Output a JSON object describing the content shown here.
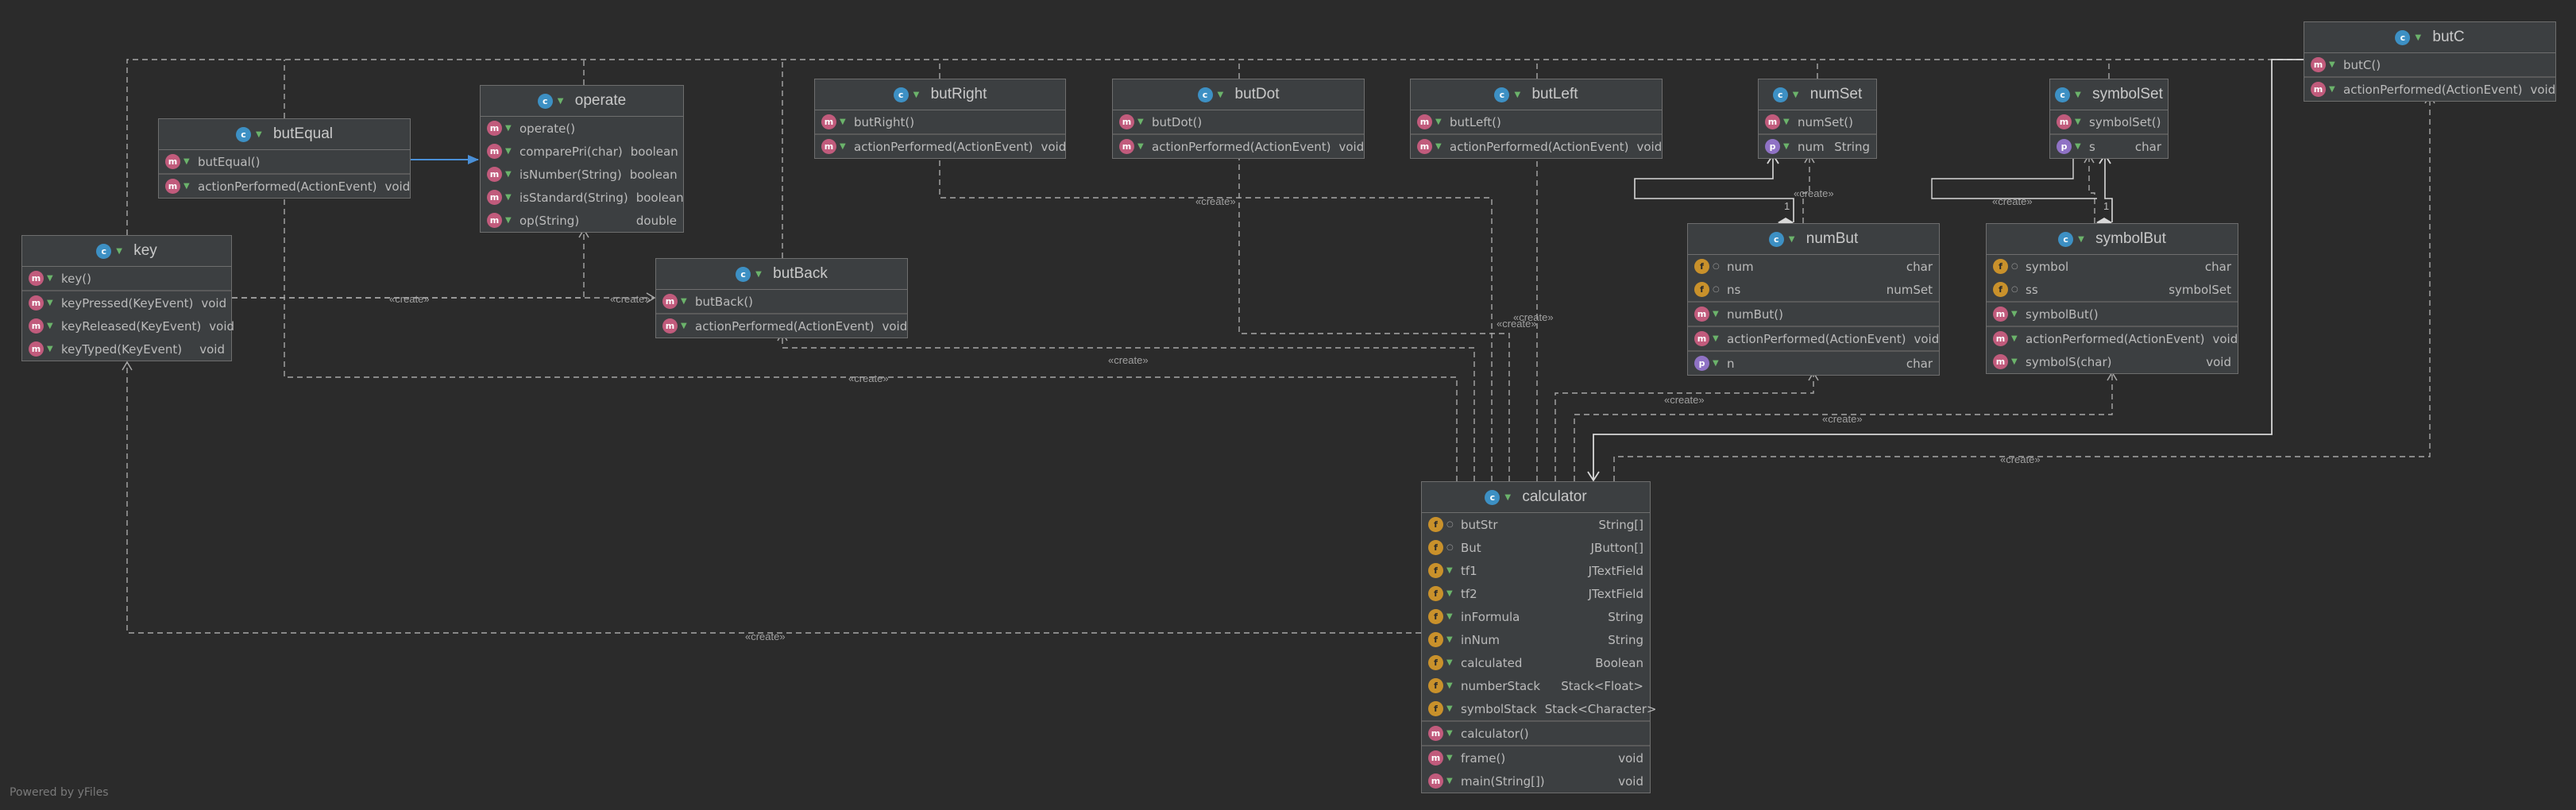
{
  "classes": {
    "butEqual": {
      "name": "butEqual",
      "icon": "class-icon",
      "members": [
        [
          {
            "kind": "m",
            "vis": "pub",
            "name": "butEqual()",
            "type": ""
          }
        ],
        [
          {
            "kind": "m",
            "vis": "pub",
            "name": "actionPerformed(ActionEvent)",
            "type": "void"
          }
        ]
      ]
    },
    "operate": {
      "name": "operate",
      "icon": "class-icon",
      "members": [
        [
          {
            "kind": "m",
            "vis": "pub",
            "name": "operate()",
            "type": ""
          },
          {
            "kind": "m",
            "vis": "pub",
            "name": "comparePri(char)",
            "type": "boolean"
          },
          {
            "kind": "m",
            "vis": "pub",
            "name": "isNumber(String)",
            "type": "boolean"
          },
          {
            "kind": "m",
            "vis": "pub",
            "name": "isStandard(String)",
            "type": "boolean"
          },
          {
            "kind": "m",
            "vis": "pub",
            "name": "op(String)",
            "type": "double"
          }
        ]
      ]
    },
    "butRight": {
      "name": "butRight",
      "icon": "class-icon",
      "members": [
        [
          {
            "kind": "m",
            "vis": "pub",
            "name": "butRight()",
            "type": ""
          }
        ],
        [
          {
            "kind": "m",
            "vis": "pub",
            "name": "actionPerformed(ActionEvent)",
            "type": "void"
          }
        ]
      ]
    },
    "butDot": {
      "name": "butDot",
      "icon": "class-icon",
      "members": [
        [
          {
            "kind": "m",
            "vis": "pub",
            "name": "butDot()",
            "type": ""
          }
        ],
        [
          {
            "kind": "m",
            "vis": "pub",
            "name": "actionPerformed(ActionEvent)",
            "type": "void"
          }
        ]
      ]
    },
    "butLeft": {
      "name": "butLeft",
      "icon": "class-icon",
      "members": [
        [
          {
            "kind": "m",
            "vis": "pub",
            "name": "butLeft()",
            "type": ""
          }
        ],
        [
          {
            "kind": "m",
            "vis": "pub",
            "name": "actionPerformed(ActionEvent)",
            "type": "void"
          }
        ]
      ]
    },
    "numSet": {
      "name": "numSet",
      "icon": "class-icon",
      "members": [
        [
          {
            "kind": "m",
            "vis": "pub",
            "name": "numSet()",
            "type": ""
          }
        ],
        [
          {
            "kind": "p",
            "vis": "pub",
            "name": "num",
            "type": "String"
          }
        ]
      ]
    },
    "symbolSet": {
      "name": "symbolSet",
      "icon": "class-icon",
      "members": [
        [
          {
            "kind": "m",
            "vis": "pub",
            "name": "symbolSet()",
            "type": ""
          }
        ],
        [
          {
            "kind": "p",
            "vis": "pub",
            "name": "s",
            "type": "char"
          }
        ]
      ]
    },
    "butC": {
      "name": "butC",
      "icon": "class-icon",
      "members": [
        [
          {
            "kind": "m",
            "vis": "pub",
            "name": "butC()",
            "type": ""
          }
        ],
        [
          {
            "kind": "m",
            "vis": "pub",
            "name": "actionPerformed(ActionEvent)",
            "type": "void"
          }
        ]
      ]
    },
    "key": {
      "name": "key",
      "icon": "class-icon",
      "members": [
        [
          {
            "kind": "m",
            "vis": "pub",
            "name": "key()",
            "type": ""
          }
        ],
        [
          {
            "kind": "m",
            "vis": "pub",
            "name": "keyPressed(KeyEvent)",
            "type": "void"
          },
          {
            "kind": "m",
            "vis": "pub",
            "name": "keyReleased(KeyEvent)",
            "type": "void"
          },
          {
            "kind": "m",
            "vis": "pub",
            "name": "keyTyped(KeyEvent)",
            "type": "void"
          }
        ]
      ]
    },
    "butBack": {
      "name": "butBack",
      "icon": "class-icon",
      "members": [
        [
          {
            "kind": "m",
            "vis": "pub",
            "name": "butBack()",
            "type": ""
          }
        ],
        [
          {
            "kind": "m",
            "vis": "pub",
            "name": "actionPerformed(ActionEvent)",
            "type": "void"
          }
        ]
      ]
    },
    "numBut": {
      "name": "numBut",
      "icon": "class-icon",
      "members": [
        [
          {
            "kind": "f",
            "vis": "pkg",
            "name": "num",
            "type": "char"
          },
          {
            "kind": "f",
            "vis": "pkg",
            "name": "ns",
            "type": "numSet"
          }
        ],
        [
          {
            "kind": "m",
            "vis": "pub",
            "name": "numBut()",
            "type": ""
          }
        ],
        [
          {
            "kind": "m",
            "vis": "pub",
            "name": "actionPerformed(ActionEvent)",
            "type": "void"
          }
        ],
        [
          {
            "kind": "p",
            "vis": "pub",
            "name": "n",
            "type": "char"
          }
        ]
      ]
    },
    "symbolBut": {
      "name": "symbolBut",
      "icon": "class-icon",
      "members": [
        [
          {
            "kind": "f",
            "vis": "pkg",
            "name": "symbol",
            "type": "char"
          },
          {
            "kind": "f",
            "vis": "pkg",
            "name": "ss",
            "type": "symbolSet"
          }
        ],
        [
          {
            "kind": "m",
            "vis": "pub",
            "name": "symbolBut()",
            "type": ""
          }
        ],
        [
          {
            "kind": "m",
            "vis": "pub",
            "name": "actionPerformed(ActionEvent)",
            "type": "void"
          },
          {
            "kind": "m",
            "vis": "pub",
            "name": "symbolS(char)",
            "type": "void"
          }
        ]
      ]
    },
    "calculator": {
      "name": "calculator",
      "icon": "class-icon",
      "members": [
        [
          {
            "kind": "f",
            "vis": "pkg",
            "name": "butStr",
            "type": "String[]"
          },
          {
            "kind": "f",
            "vis": "pkg",
            "name": "But",
            "type": "JButton[]"
          },
          {
            "kind": "f",
            "vis": "pub",
            "name": "tf1",
            "type": "JTextField"
          },
          {
            "kind": "f",
            "vis": "pub",
            "name": "tf2",
            "type": "JTextField"
          },
          {
            "kind": "f",
            "vis": "pub",
            "name": "inFormula",
            "type": "String"
          },
          {
            "kind": "f",
            "vis": "pub",
            "name": "inNum",
            "type": "String"
          },
          {
            "kind": "f",
            "vis": "pub",
            "name": "calculated",
            "type": "Boolean"
          },
          {
            "kind": "f",
            "vis": "pub",
            "name": "numberStack",
            "type": "Stack<Float>"
          },
          {
            "kind": "f",
            "vis": "pub",
            "name": "symbolStack",
            "type": "Stack<Character>"
          }
        ],
        [
          {
            "kind": "m",
            "vis": "pub",
            "name": "calculator()",
            "type": ""
          }
        ],
        [
          {
            "kind": "m",
            "vis": "pub",
            "name": "frame()",
            "type": "void"
          },
          {
            "kind": "m",
            "vis": "pub",
            "name": "main(String[])",
            "type": "void"
          }
        ]
      ]
    }
  },
  "edge_label": "«create»",
  "multiplicity": "1",
  "footer": "Powered by yFiles",
  "colors": {
    "background": "#2b2b2b",
    "node": "#3c3f41",
    "dep_edge": "#a8a8a8",
    "assoc_edge": "#4a8fd6",
    "solid_edge": "#d8d8d8"
  }
}
